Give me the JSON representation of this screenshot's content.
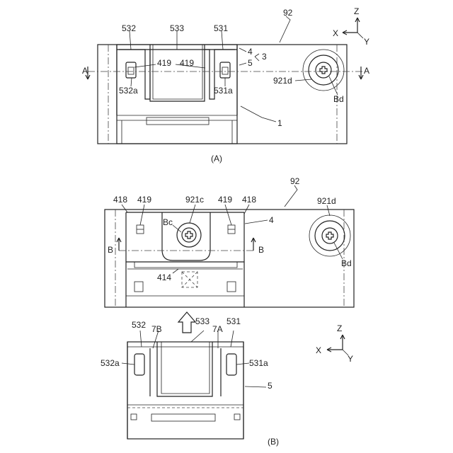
{
  "panel_a": {
    "caption": "(A)",
    "labels": {
      "l92": "92",
      "l532": "532",
      "l533": "533",
      "l531": "531",
      "l4": "4",
      "l5": "5",
      "l3": "3",
      "l419_left": "419",
      "l419_right": "419",
      "l532a": "532a",
      "l531a": "531a",
      "l921d": "921d",
      "lBd": "Bd",
      "l1": "1",
      "section_left": "A",
      "section_right": "A"
    },
    "axes": {
      "z": "Z",
      "x": "X",
      "y": "Y"
    }
  },
  "panel_b": {
    "caption": "(B)",
    "labels": {
      "l92": "92",
      "l418_left": "418",
      "l419_left": "419",
      "l921c": "921c",
      "l419_right": "419",
      "l418_right": "418",
      "l921d": "921d",
      "l4": "4",
      "lBc": "Bc",
      "lBd": "Bd",
      "l414": "414",
      "section_left": "B",
      "section_right": "B",
      "l532": "532",
      "l7B": "7B",
      "l533": "533",
      "l7A": "7A",
      "l531": "531",
      "l532a": "532a",
      "l531a": "531a",
      "l5": "5"
    },
    "axes": {
      "z": "Z",
      "x": "X",
      "y": "Y"
    }
  }
}
